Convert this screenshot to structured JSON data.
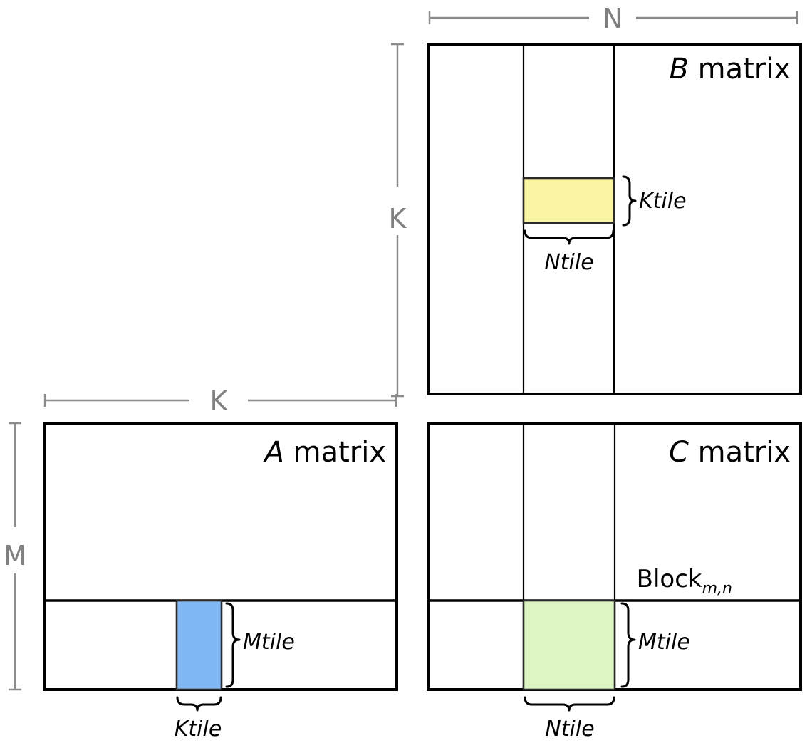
{
  "diagram": {
    "title_hidden": "",
    "matrices": [
      {
        "key": "b",
        "name_italic": "B",
        "name_rest": " matrix",
        "tile_color": "#faf5a4",
        "band_color": "#fffff0"
      },
      {
        "key": "a",
        "name_italic": "A",
        "name_rest": " matrix",
        "tile_color": "#7fb8f5",
        "band_color": "#e6f2fd"
      },
      {
        "key": "c",
        "name_italic": "C",
        "name_rest": " matrix",
        "tile_color": "#ddf5c2",
        "band_color": "#ffffff"
      }
    ],
    "dimensions": {
      "n": "N",
      "k_top": "K",
      "k_left": "K",
      "m": "M"
    },
    "tile_labels": {
      "b_ktile": "Ktile",
      "b_ntile": "Ntile",
      "a_mtile": "Mtile",
      "a_ktile": "Ktile",
      "c_mtile": "Mtile",
      "c_ntile": "Ntile"
    },
    "block": {
      "base": "Block",
      "subscript": "m,n"
    },
    "colors": {
      "outline": "#000000",
      "dimension_gray": "#808080",
      "b_tile": "#faf5a4",
      "b_band": "#fffff0",
      "a_tile": "#7fb8f5",
      "a_band": "#e6f2fd",
      "c_tile": "#ddf5c2",
      "background": "#ffffff"
    }
  }
}
